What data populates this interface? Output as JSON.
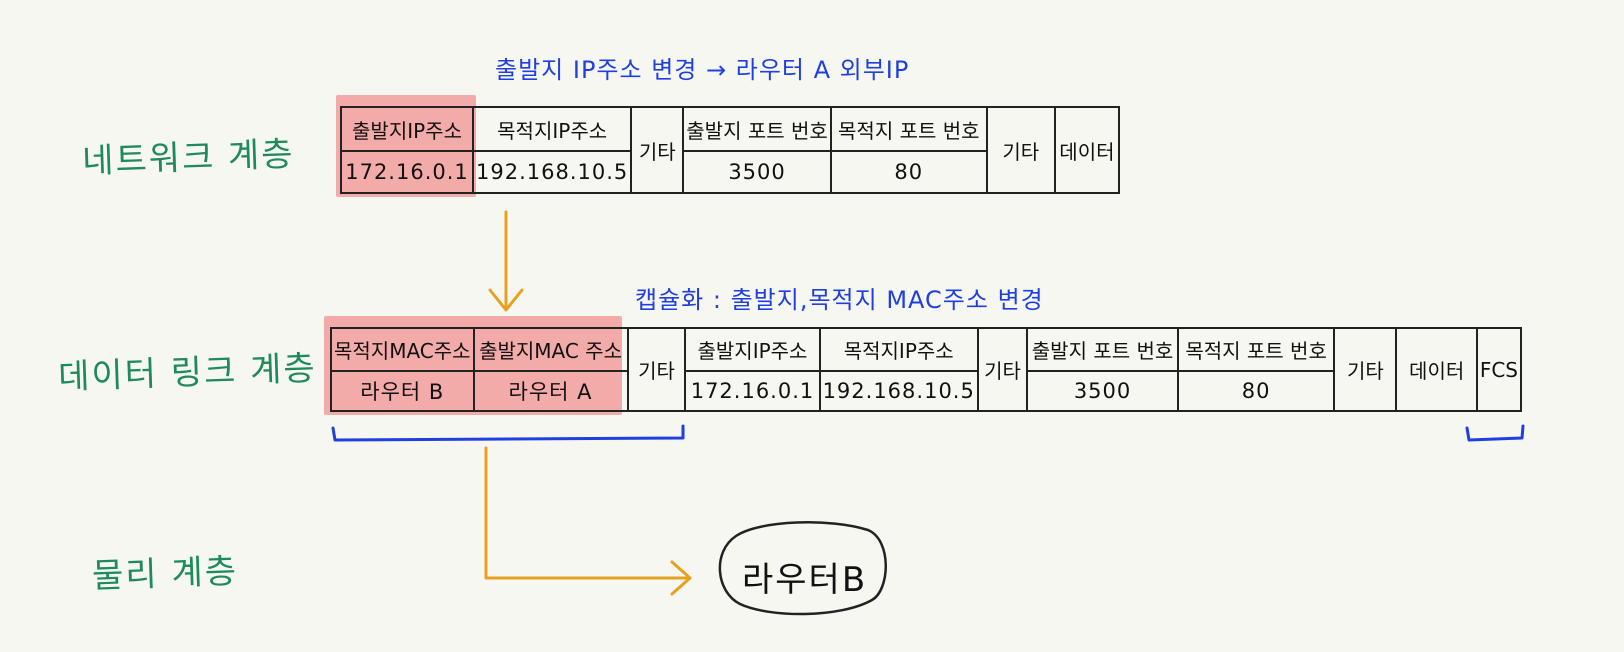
{
  "layers": {
    "network": "네트워크 계층",
    "datalink": "데이터 링크 계층",
    "physical": "물리 계층"
  },
  "notes": {
    "ip_change": "출발지 IP주소 변경 → 라우터 A 외부IP",
    "encapsulation": "캡슐화 : 출발지,목적지 MAC주소 변경"
  },
  "network_packet": {
    "src_ip": {
      "label": "출발지IP주소",
      "value": "172.16.0.1"
    },
    "dst_ip": {
      "label": "목적지IP주소",
      "value": "192.168.10.5"
    },
    "etc1": "기타",
    "src_port": {
      "label": "출발지 포트 번호",
      "value": "3500"
    },
    "dst_port": {
      "label": "목적지 포트 번호",
      "value": "80"
    },
    "etc2": "기타",
    "payload": "데이터"
  },
  "frame": {
    "dst_mac": {
      "label": "목적지MAC주소",
      "value": "라우터 B"
    },
    "src_mac": {
      "label": "출발지MAC 주소",
      "value": "라우터 A"
    },
    "etc0": "기타",
    "src_ip": {
      "label": "출발지IP주소",
      "value": "172.16.0.1"
    },
    "dst_ip": {
      "label": "목적지IP주소",
      "value": "192.168.10.5"
    },
    "etc1": "기타",
    "src_port": {
      "label": "출발지 포트 번호",
      "value": "3500"
    },
    "dst_port": {
      "label": "목적지 포트 번호",
      "value": "80"
    },
    "etc2": "기타",
    "payload": "데이터",
    "fcs": "FCS"
  },
  "destination": "라우터B",
  "colors": {
    "layer_text": "#1f8a5a",
    "note_text": "#1f3fe0",
    "arrow": "#e8a020",
    "highlight": "#f06e6e",
    "brace": "#1f3fe0"
  }
}
